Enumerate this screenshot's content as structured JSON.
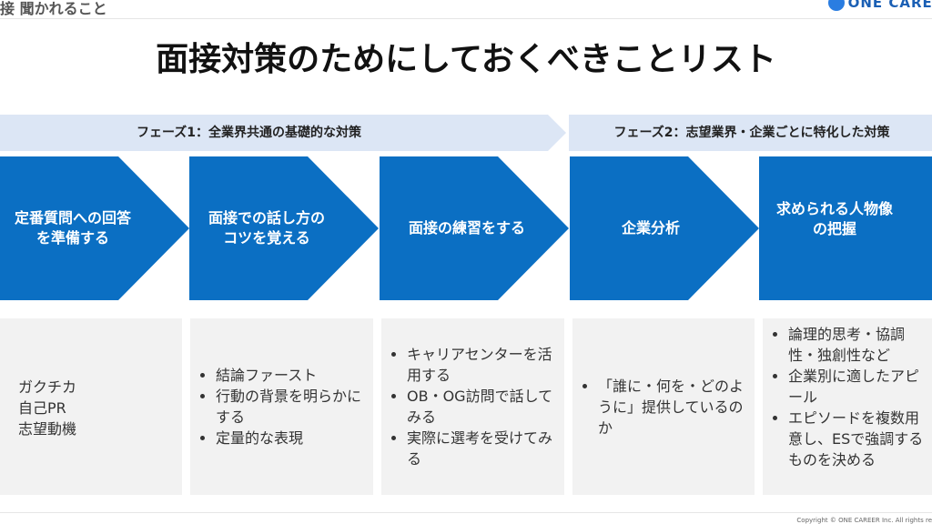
{
  "header": {
    "section_label": "接 聞かれること",
    "logo_text": "ONE CAREE"
  },
  "title": "面接対策のためにしておくべきことリスト",
  "phases": [
    {
      "label": "フェーズ1：全業界共通の基礎的な対策"
    },
    {
      "label": "フェーズ2：志望業界・企業ごとに特化した対策"
    }
  ],
  "steps": [
    {
      "line1": "定番質問への回答",
      "line2": "を準備する"
    },
    {
      "line1": "面接での話し方の",
      "line2": "コツを覚える"
    },
    {
      "line1": "面接の練習をする",
      "line2": ""
    },
    {
      "line1": "企業分析",
      "line2": ""
    },
    {
      "line1": "求められる人物像",
      "line2": "の把握"
    }
  ],
  "cards": [
    {
      "lines": [
        "ガクチカ",
        "自己PR",
        "志望動機"
      ]
    },
    {
      "bullets": [
        "結論ファースト",
        "行動の背景を明らかにする",
        "定量的な表現"
      ]
    },
    {
      "bullets": [
        "キャリアセンターを活用する",
        "OB・OG訪問で話してみる",
        "実際に選考を受けてみる"
      ]
    },
    {
      "bullets": [
        "「誰に・何を・どのように」提供しているのか"
      ]
    },
    {
      "bullets": [
        "論理的思考・協調性・独創性など",
        "企業別に適したアピール",
        "エピソードを複数用意し、ESで強調するものを決める"
      ]
    }
  ],
  "footer": {
    "copyright": "Copyright © ONE CAREER Inc. All rights re"
  },
  "colors": {
    "primary_blue": "#0b6fc3",
    "phase_bg": "#dce6f5",
    "card_bg": "#f2f2f2"
  }
}
